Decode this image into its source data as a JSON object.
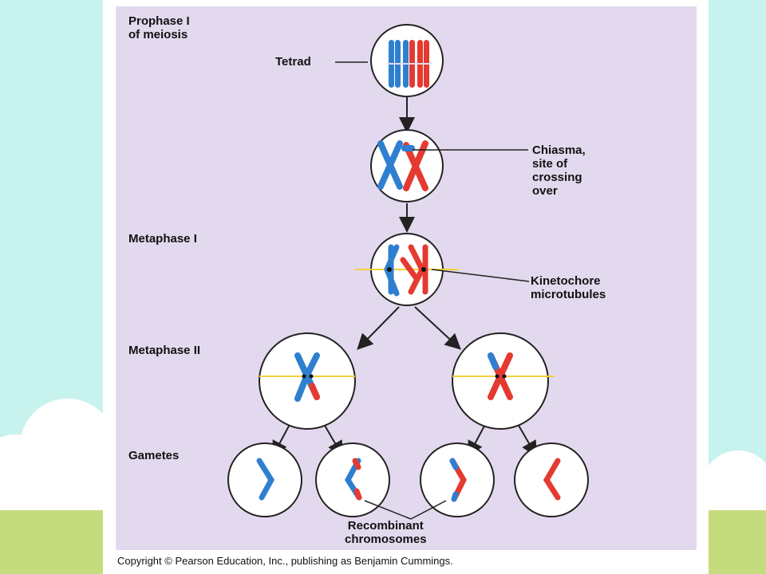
{
  "colors": {
    "background_sky": "#c8f2ee",
    "cloud": "#ffffff",
    "grass": "#c5dc7e",
    "panel": "#e3d9ee",
    "maternal_chromosome": "#2f7fd0",
    "paternal_chromosome": "#e53a31",
    "spindle_line": "#f3cf3a"
  },
  "stages": {
    "prophase": "Prophase I\nof meiosis",
    "metaphase1": "Metaphase I",
    "metaphase2": "Metaphase II",
    "gametes": "Gametes"
  },
  "callouts": {
    "tetrad": "Tetrad",
    "chiasma": "Chiasma,\nsite of\ncrossing\nover",
    "kinetochore": "Kinetochore\nmicrotubules",
    "recombinant": "Recombinant\nchromosomes"
  },
  "copyright": "Copyright © Pearson Education, Inc., publishing as Benjamin Cummings."
}
